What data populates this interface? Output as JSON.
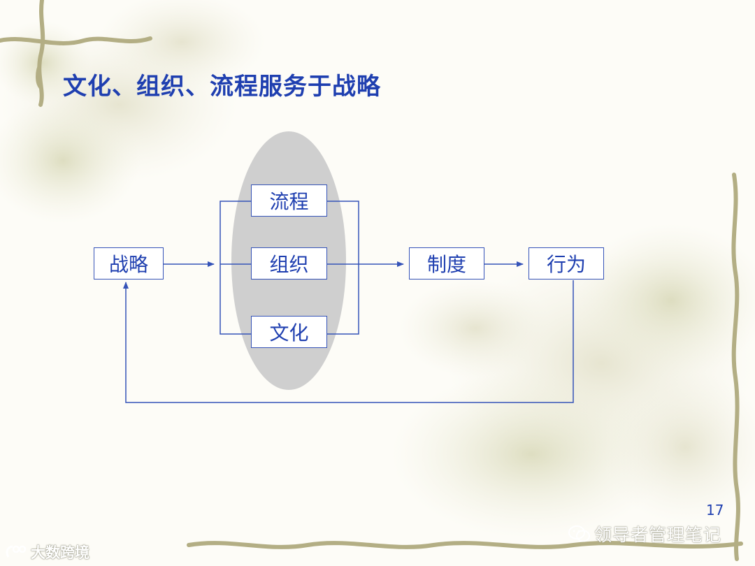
{
  "slide": {
    "title": "文化、组织、流程服务于战略",
    "page_number": "17"
  },
  "diagram": {
    "nodes": {
      "strategy": "战略",
      "process": "流程",
      "organization": "组织",
      "culture": "文化",
      "system": "制度",
      "behavior": "行为"
    }
  },
  "watermarks": {
    "right": "领导者管理笔记",
    "left": "大数跨境"
  },
  "colors": {
    "accent": "#1f3fb0",
    "line": "#3553b8",
    "ellipse": "#cfcfcf",
    "vine": "#b9b48a"
  }
}
